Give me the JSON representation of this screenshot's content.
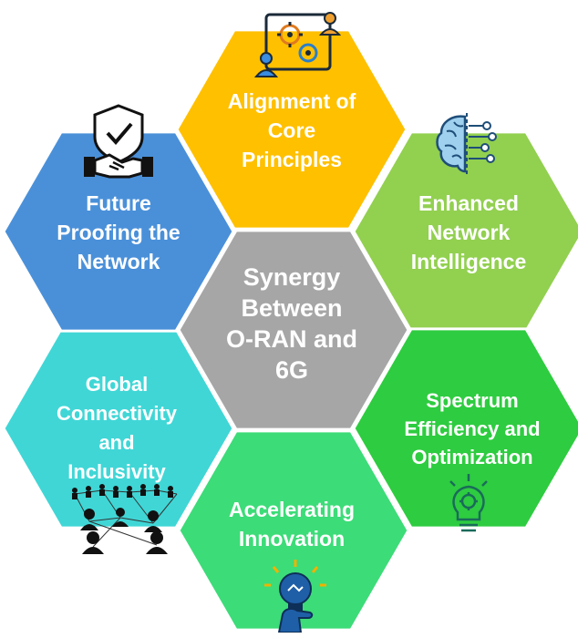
{
  "diagram": {
    "center": {
      "label": "Synergy\nBetween\nO-RAN and\n6G",
      "color": "#a6a6a6"
    },
    "nodes": [
      {
        "id": "top",
        "label": "Alignment of\nCore\nPrinciples",
        "color": "#ffc000",
        "icon": "team-gears-icon"
      },
      {
        "id": "upper-right",
        "label": "Enhanced\nNetwork\nIntelligence",
        "color": "#92d050",
        "icon": "brain-circuit-icon"
      },
      {
        "id": "lower-right",
        "label": "Spectrum\nEfficiency and\nOptimization",
        "color": "#2ecc40",
        "icon": "lightbulb-gear-icon"
      },
      {
        "id": "bottom",
        "label": "Accelerating\nInnovation",
        "color": "#3cdc78",
        "icon": "hand-lightbulb-icon"
      },
      {
        "id": "lower-left",
        "label": "Global\nConnectivity\nand\nInclusivity",
        "color": "#40d6d6",
        "icon": "people-network-icon"
      },
      {
        "id": "upper-left",
        "label": "Future\nProofing the\nNetwork",
        "color": "#4a90d9",
        "icon": "shield-handshake-icon"
      }
    ],
    "connector_color": "#fbe3c8"
  }
}
